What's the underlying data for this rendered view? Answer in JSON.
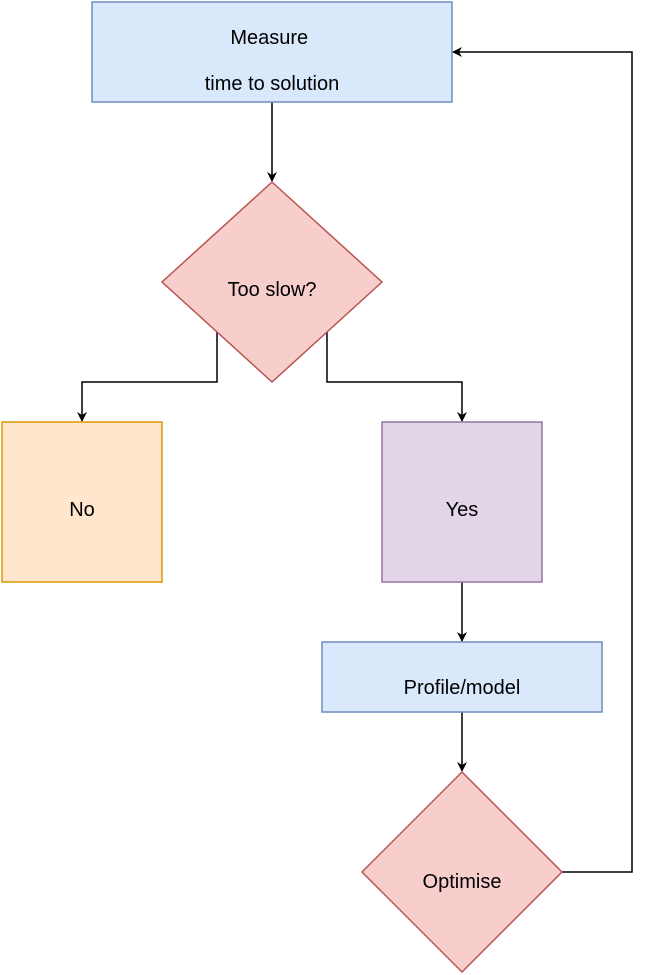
{
  "nodes": {
    "measure": {
      "line1": "Measure",
      "line2": "time to solution"
    },
    "too_slow": {
      "label": "Too slow?"
    },
    "no": {
      "label": "No"
    },
    "yes": {
      "label": "Yes"
    },
    "profile": {
      "label": "Profile/model"
    },
    "optimise": {
      "label": "Optimise"
    }
  },
  "colors": {
    "process_fill": "#dae8fc",
    "process_stroke": "#6c8ebf",
    "decision_fill": "#f8cecc",
    "decision_stroke": "#b85450",
    "no_fill": "#ffe6cc",
    "no_stroke": "#d79b00",
    "yes_fill": "#e1d5e7",
    "yes_stroke": "#9673a6",
    "edge": "#000000"
  }
}
